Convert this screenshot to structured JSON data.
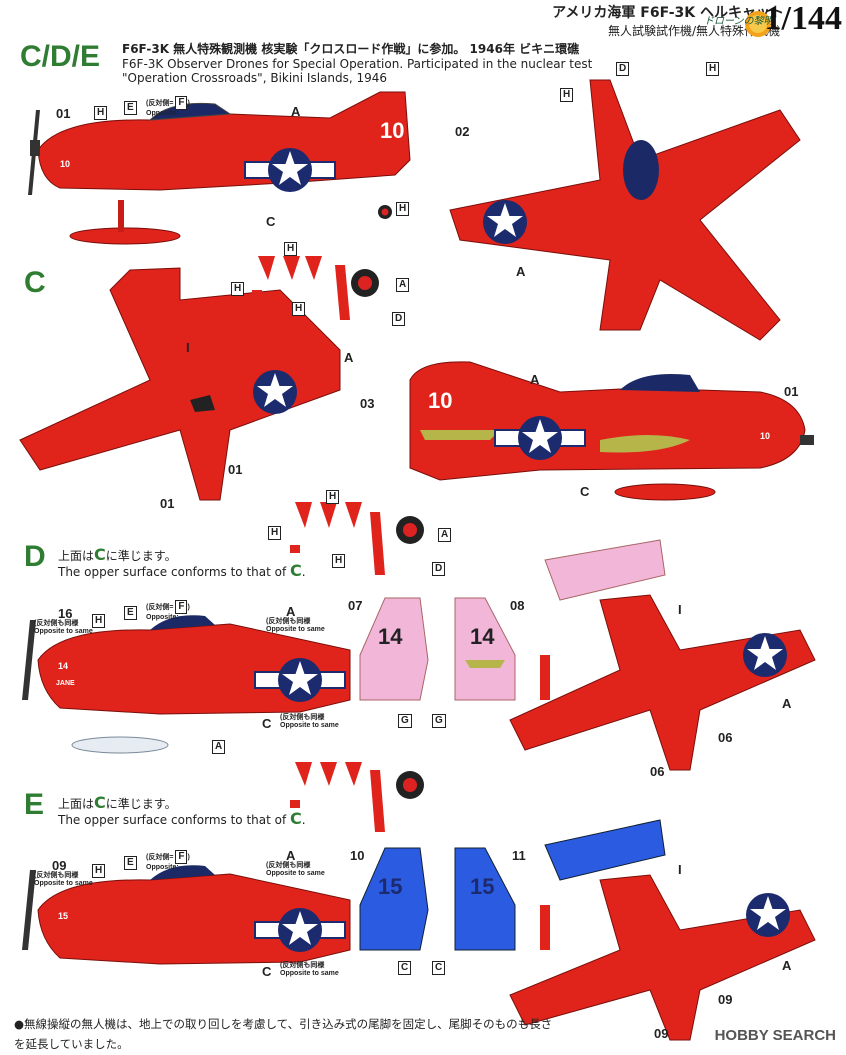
{
  "header": {
    "title": "アメリカ海軍 F6F-3K ヘルキャット",
    "subtitle": "無人試験試作機/無人特殊作戦機",
    "logo_text": "ドローンの黎明",
    "scale": "1/144"
  },
  "colors": {
    "red": "#e0241c",
    "pink": "#f2b6d8",
    "blue": "#2a5be0",
    "olive": "#b5b54a",
    "navy": "#1c2a6e",
    "section_green": "#2e7d32"
  },
  "section_cde": {
    "label": "C/D/E",
    "desc_ja": "F6F-3K 無人特殊観測機 核実験「クロスロード作戦」に参加。 1946年 ビキニ環礁",
    "desc_en_1": "F6F-3K Observer Drones for Special Operation. Participated in the nuclear test",
    "desc_en_2": "\"Operation Crossroads\", Bikini Islands, 1946",
    "callouts": {
      "n01": "01",
      "n02": "02",
      "A": "A",
      "C": "C",
      "E": "E",
      "F": "F",
      "H": "H",
      "D": "D",
      "hantai": "(反対側=",
      "opposite": "Opposite:",
      "close": ")",
      "tail": "10",
      "nose": "10"
    }
  },
  "section_c": {
    "label": "C",
    "callouts": {
      "n01a": "01",
      "n01b": "01",
      "n01c": "01",
      "n03": "03",
      "A1": "A",
      "A2": "A",
      "A3": "A",
      "A4": "A",
      "I": "I",
      "C": "C",
      "H1": "H",
      "H2": "H",
      "H3": "H",
      "H4": "H",
      "D1": "D",
      "D2": "D",
      "tail": "10",
      "nose": "10"
    }
  },
  "section_d": {
    "label": "D",
    "note_ja_pre": "上面は",
    "note_c": "C",
    "note_ja_post": "に準じます。",
    "note_en_pre": "The opper surface conforms to that of",
    "note_en_c": "C",
    "note_en_post": ".",
    "callouts": {
      "n16": "16",
      "n07": "07",
      "n08": "08",
      "n06a": "06",
      "n06b": "06",
      "A": "A",
      "A2": "A",
      "A3": "A",
      "C": "C",
      "E": "E",
      "F": "F",
      "G1": "G",
      "G2": "G",
      "H": "H",
      "I": "I",
      "same_ja": "(反対側も同様",
      "same_en": "Opposite to same",
      "hantai": "(反対側=",
      "opposite": "Opposite:",
      "close": ")",
      "tail": "14",
      "nose": "14",
      "jane": "JANE"
    }
  },
  "section_e": {
    "label": "E",
    "note_ja_pre": "上面は",
    "note_c": "C",
    "note_ja_post": "に準じます。",
    "note_en_pre": "The opper surface conforms to that of",
    "note_en_c": "C",
    "note_en_post": ".",
    "callouts": {
      "n09a": "09",
      "n09b": "09",
      "n09c": "09",
      "n10": "10",
      "n11": "11",
      "A": "A",
      "A2": "A",
      "C": "C",
      "C2": "C",
      "C3": "C",
      "E": "E",
      "F": "F",
      "H": "H",
      "I": "I",
      "same_ja": "(反対側も同様",
      "same_en": "Opposite to same",
      "hantai": "(反対側=",
      "opposite": "Opposite:",
      "close": ")",
      "tail": "15",
      "nose": "15"
    }
  },
  "footer": {
    "line1": "●無線操縦の無人機は、地上での取り回しを考慮して、引き込み式の尾脚を固定し、尾脚そのものも長さ",
    "line2": "を延長していました。"
  },
  "watermark": "HOBBY SEARCH"
}
